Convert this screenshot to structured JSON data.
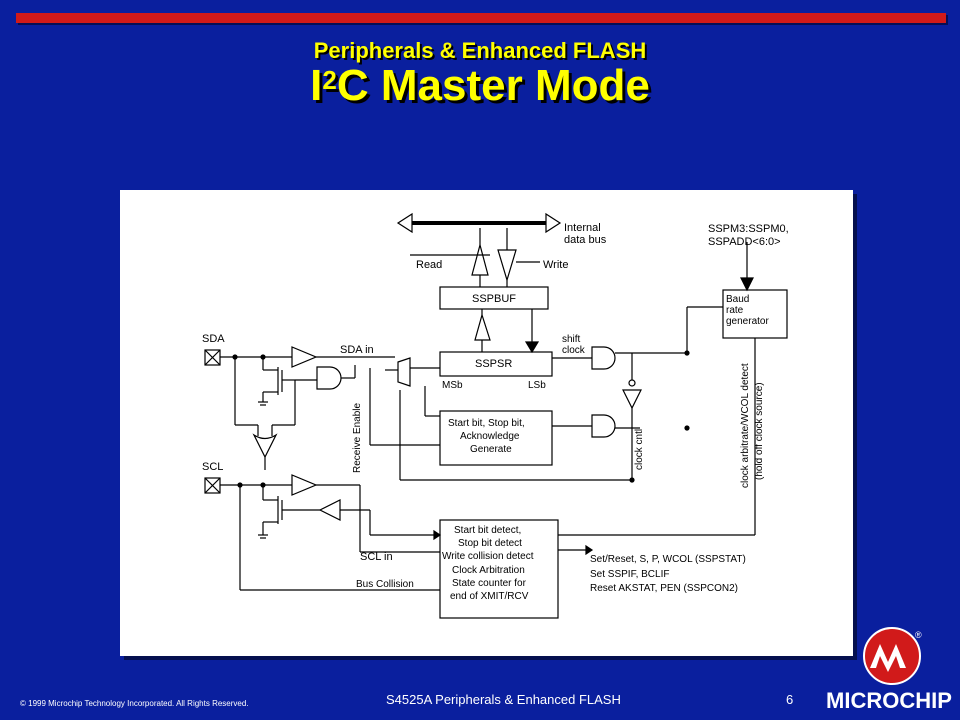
{
  "header": {
    "subtitle": "Peripherals & Enhanced FLASH",
    "title_main": "C Master Mode",
    "title_prefix": "I",
    "title_sup": "2"
  },
  "diagram": {
    "internal_bus": "Internal data bus",
    "internal_bus_l1": "Internal",
    "internal_bus_l2": "data bus",
    "read": "Read",
    "write": "Write",
    "sspbuf": "SSPBUF",
    "sspsr": "SSPSR",
    "msb": "MSb",
    "lsb": "LSb",
    "shift_clock_l1": "shift",
    "shift_clock_l2": "clock",
    "sda": "SDA",
    "scl": "SCL",
    "sda_in": "SDA in",
    "scl_in": "SCL in",
    "bus_collision": "Bus Collision",
    "receive_enable": "Receive Enable",
    "clock_cntl": "clock cntl",
    "sspm_l1": "SSPM3:SSPM0,",
    "sspm_l2": "SSPADD<6:0>",
    "baud_l1": "Baud",
    "baud_l2": "rate",
    "baud_l3": "generator",
    "clock_arb_l1": "clock arbitrate/WCOL detect",
    "clock_arb_l2": "(hold off clock source)",
    "start_stop_l1": "Start bit, Stop bit,",
    "start_stop_l2": "Acknowledge",
    "start_stop_l3": "Generate",
    "detect_l1": "Start bit detect,",
    "detect_l2": "Stop bit detect",
    "detect_l3": "Write collision detect",
    "detect_l4": "Clock Arbitration",
    "detect_l5": "State counter for",
    "detect_l6": "end of XMIT/RCV",
    "out_l1": "Set/Reset, S, P, WCOL (SSPSTAT)",
    "out_l2": "Set SSPIF, BCLIF",
    "out_l3": "Reset AKSTAT, PEN (SSPCON2)"
  },
  "footer": {
    "copyright": "© 1999 Microchip Technology Incorporated. All Rights Reserved.",
    "course": "S4525A  Peripherals & Enhanced FLASH",
    "page": "6",
    "brand": "MICROCHIP",
    "reg_mark": "®"
  },
  "colors": {
    "background": "#0a1f9e",
    "title": "#ffff00",
    "accent_bar": "#d11a1a",
    "logo_red": "#d11a1a"
  }
}
